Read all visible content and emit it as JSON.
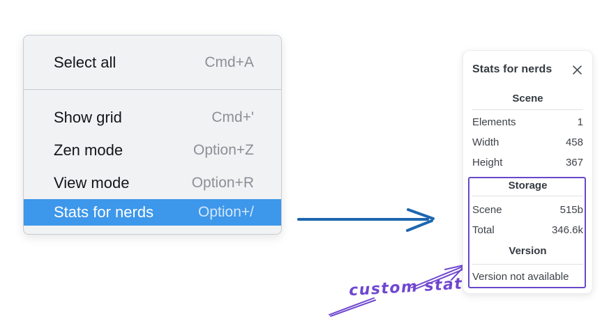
{
  "menu": {
    "items": [
      {
        "label": "Select all",
        "shortcut": "Cmd+A"
      },
      {
        "label": "Show grid",
        "shortcut": "Cmd+'"
      },
      {
        "label": "Zen mode",
        "shortcut": "Option+Z"
      },
      {
        "label": "View mode",
        "shortcut": "Option+R"
      },
      {
        "label": "Stats for nerds",
        "shortcut": "Option+/",
        "highlighted": true
      }
    ]
  },
  "panel": {
    "title": "Stats for nerds",
    "sections": [
      {
        "heading": "Scene",
        "rows": [
          {
            "label": "Elements",
            "value": "1"
          },
          {
            "label": "Width",
            "value": "458"
          },
          {
            "label": "Height",
            "value": "367"
          }
        ]
      },
      {
        "heading": "Storage",
        "rows": [
          {
            "label": "Scene",
            "value": "515b"
          },
          {
            "label": "Total",
            "value": "346.6k"
          }
        ]
      },
      {
        "heading": "Version",
        "text": "Version not available"
      }
    ]
  },
  "annotation": {
    "label": "custom stats"
  },
  "colors": {
    "menu_highlight": "#3d97ea",
    "flow_arrow_blue": "#1e66b0",
    "annotation_purple": "#6f46cf",
    "highlight_box_purple": "#6847c9"
  }
}
